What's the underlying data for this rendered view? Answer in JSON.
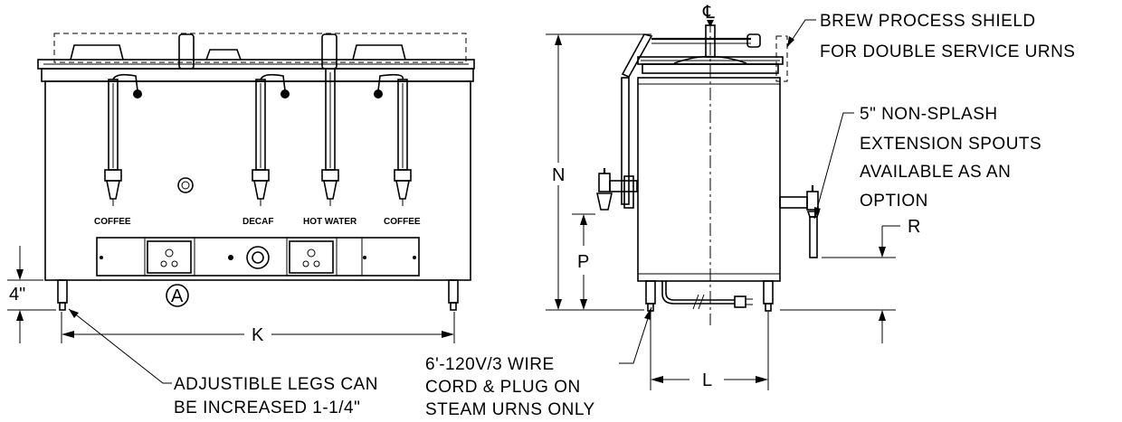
{
  "labels": {
    "valve_coffee_left": "COFFEE",
    "valve_decaf": "DECAF",
    "valve_hot_water": "HOT WATER",
    "valve_coffee_right": "COFFEE",
    "callout_a": "A",
    "dim_4in": "4\"",
    "dim_k": "K",
    "dim_n": "N",
    "dim_p": "P",
    "dim_r": "R",
    "dim_l": "L",
    "centerline": "℄"
  },
  "notes": {
    "shield_line1": "BREW PROCESS SHIELD",
    "shield_line2": "FOR DOUBLE SERVICE URNS",
    "spouts_line1": "5\" NON-SPLASH",
    "spouts_line2": "EXTENSION SPOUTS",
    "spouts_line3": "AVAILABLE AS AN",
    "spouts_line4": "OPTION",
    "legs_line1": "ADJUSTIBLE LEGS CAN",
    "legs_line2": "BE INCREASED 1-1/4\"",
    "cord_line1": "6'-120V/3 WIRE",
    "cord_line2": "CORD & PLUG ON",
    "cord_line3": "STEAM URNS ONLY"
  }
}
